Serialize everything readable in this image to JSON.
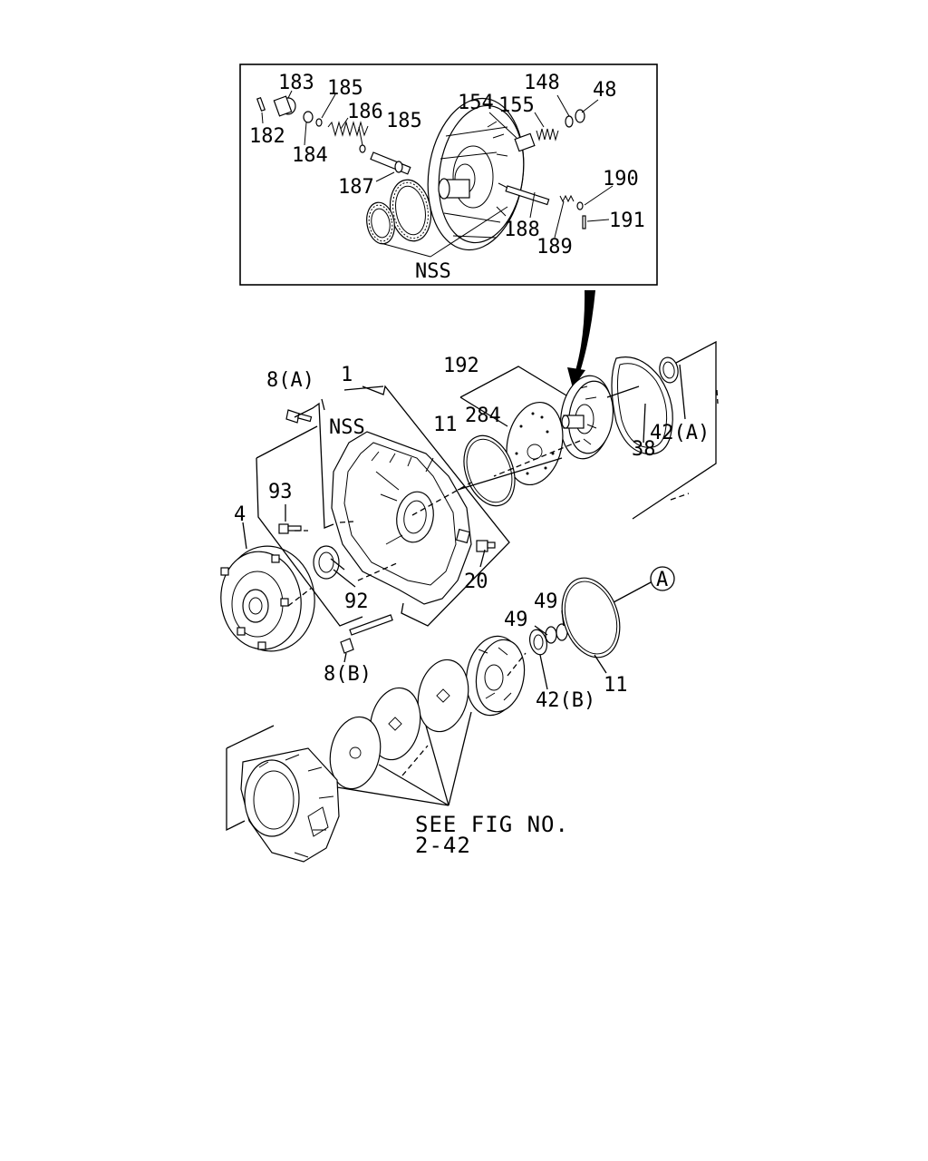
{
  "inset": {
    "labels": [
      "183",
      "185",
      "186",
      "185",
      "182",
      "184",
      "187",
      "154",
      "155",
      "148",
      "48",
      "190",
      "191",
      "188",
      "189",
      "NSS"
    ]
  },
  "main": {
    "labels": [
      "192",
      "8(A)",
      "1",
      "NSS",
      "284",
      "11",
      "42(A)",
      "38",
      "93",
      "4",
      "20",
      "92",
      "A",
      "49",
      "49",
      "42(B)",
      "11",
      "8(B)"
    ]
  },
  "note": {
    "line1": "SEE FIG NO.",
    "line2": "2-42"
  }
}
